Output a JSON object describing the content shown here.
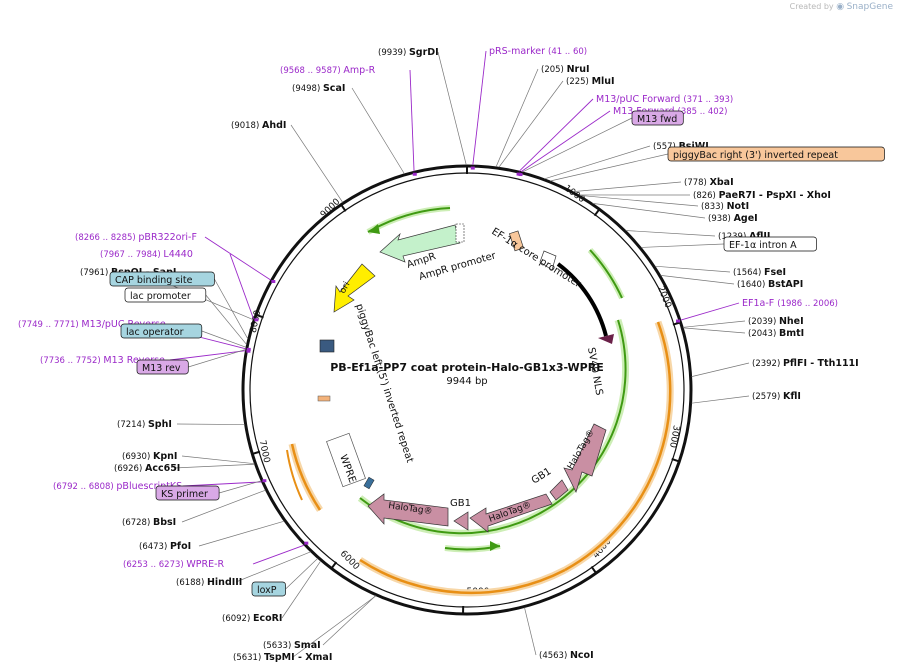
{
  "watermark": {
    "prefix": "Created by",
    "brand": "SnapGene"
  },
  "map": {
    "title": "PB-Ef1a-PP7 coat protein-Halo-GB1x3-WPRE",
    "size_label": "9944 bp",
    "total_bp": 9944,
    "ticks": [
      "1000",
      "2000",
      "3000",
      "4000",
      "5000",
      "6000",
      "7000",
      "8000",
      "9000"
    ]
  },
  "colors": {
    "enzyme": "#111111",
    "primer": "#9b29c9",
    "ampr": "#bdf0c9",
    "ori": "#ffee00",
    "halotag": "#c98fa3",
    "orf_arrow": "#56b31c",
    "orange_arc": "#f3a93a",
    "blue_box": "#a6d5e0",
    "purple_box": "#d9a9e6",
    "orange_box": "#f8c79b"
  },
  "enzymes": [
    {
      "pos": "(9939)",
      "name": "SgrDI"
    },
    {
      "pos": "(205)",
      "name": "NruI"
    },
    {
      "pos": "(225)",
      "name": "MluI"
    },
    {
      "pos": "(9498)",
      "name": "ScaI"
    },
    {
      "pos": "(9018)",
      "name": "AhdI"
    },
    {
      "pos": "(557)",
      "name": "BsiWI"
    },
    {
      "pos": "(778)",
      "name": "XbaI"
    },
    {
      "pos": "(826)",
      "name": "PaeR7I - PspXI - XhoI"
    },
    {
      "pos": "(833)",
      "name": "NotI"
    },
    {
      "pos": "(938)",
      "name": "AgeI"
    },
    {
      "pos": "(1239)",
      "name": "AflII"
    },
    {
      "pos": "(1564)",
      "name": "FseI"
    },
    {
      "pos": "(1640)",
      "name": "BstAPI"
    },
    {
      "pos": "(2039)",
      "name": "NheI"
    },
    {
      "pos": "(2043)",
      "name": "BmtI"
    },
    {
      "pos": "(2392)",
      "name": "PflFI - Tth111I"
    },
    {
      "pos": "(2579)",
      "name": "KflI"
    },
    {
      "pos": "(4563)",
      "name": "NcoI"
    },
    {
      "pos": "(7961)",
      "name": "BspQI - SapI"
    },
    {
      "pos": "(7214)",
      "name": "SphI"
    },
    {
      "pos": "(6930)",
      "name": "KpnI"
    },
    {
      "pos": "(6926)",
      "name": "Acc65I"
    },
    {
      "pos": "(6728)",
      "name": "BbsI"
    },
    {
      "pos": "(6473)",
      "name": "PfoI"
    },
    {
      "pos": "(6188)",
      "name": "HindIII"
    },
    {
      "pos": "(6092)",
      "name": "EcoRI"
    },
    {
      "pos": "(5633)",
      "name": "SmaI"
    },
    {
      "pos": "(5631)",
      "name": "TspMI - XmaI"
    }
  ],
  "primers": [
    {
      "name": "pRS-marker",
      "range": "(41 .. 60)"
    },
    {
      "name": "Amp-R",
      "range": "(9568 .. 9587)"
    },
    {
      "name": "M13/pUC Forward",
      "range": "(371 .. 393)"
    },
    {
      "name": "M13 Forward",
      "range": "(385 .. 402)"
    },
    {
      "name": "pBR322ori-F",
      "range": "(8266 .. 8285)"
    },
    {
      "name": "L4440",
      "range": "(7967 .. 7984)"
    },
    {
      "name": "EF1a-F",
      "range": "(1986 .. 2006)"
    },
    {
      "name": "M13/pUC Reverse",
      "range": "(7749 .. 7771)"
    },
    {
      "name": "M13 Reverse",
      "range": "(7736 .. 7752)"
    },
    {
      "name": "pBluescriptKS",
      "range": "(6792 .. 6808)"
    },
    {
      "name": "WPRE-R",
      "range": "(6253 .. 6273)"
    }
  ],
  "boxes": [
    {
      "label": "M13 fwd",
      "style": "purple"
    },
    {
      "label": "piggyBac right (3') inverted repeat",
      "style": "orange"
    },
    {
      "label": "EF-1α intron A",
      "style": "white"
    },
    {
      "label": "CAP binding site",
      "style": "blue"
    },
    {
      "label": "lac promoter",
      "style": "white"
    },
    {
      "label": "lac operator",
      "style": "blue"
    },
    {
      "label": "M13 rev",
      "style": "purple"
    },
    {
      "label": "KS primer",
      "style": "purple"
    },
    {
      "label": "loxP",
      "style": "blue"
    }
  ],
  "features": {
    "ampr": "AmpR",
    "ampr_promoter": "AmpR promoter",
    "ori": "ori",
    "ef1a_core": "EF-1α core promoter",
    "sv40_nls": "SV40 NLS",
    "halotag": "HaloTag®",
    "gb1": "GB1",
    "wpre": "WPRE",
    "piggybac_left": "piggyBac left (5') inverted repeat"
  }
}
